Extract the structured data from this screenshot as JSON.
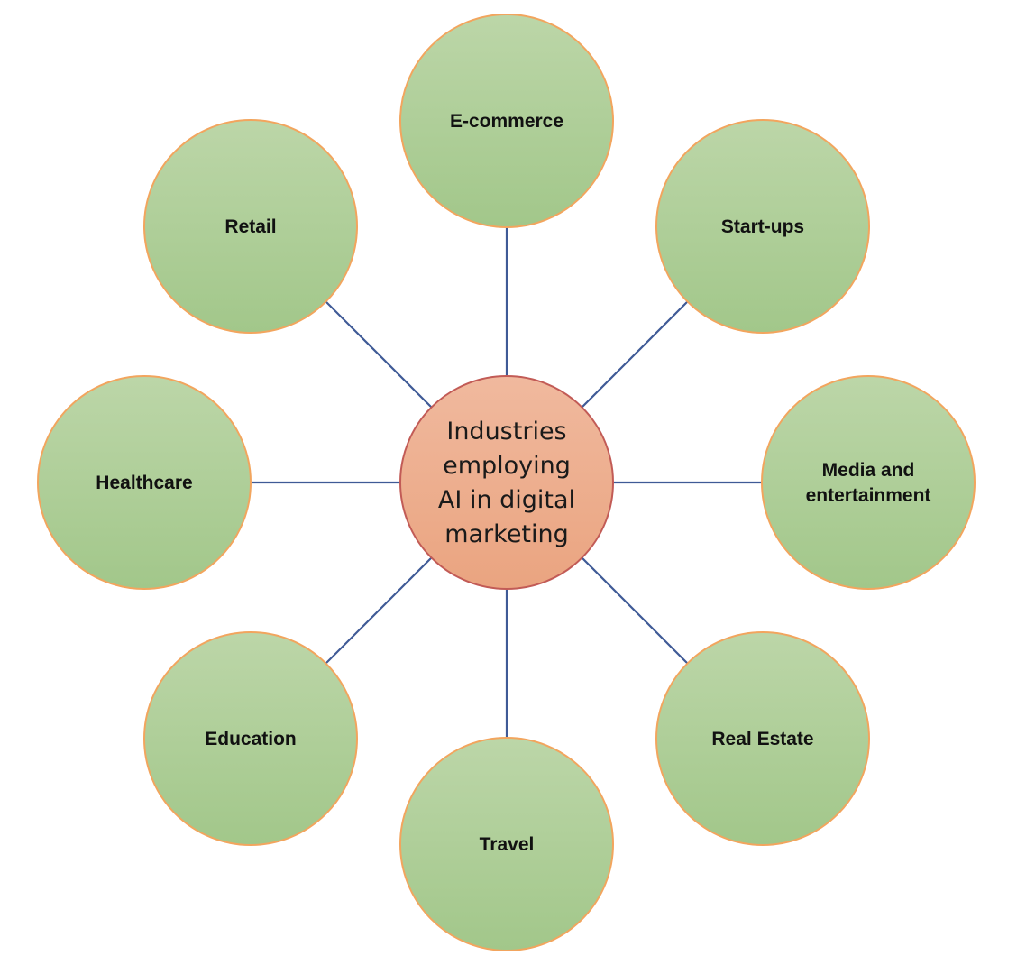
{
  "center": {
    "label_lines": [
      "Industries",
      "employing",
      "AI in digital",
      "marketing"
    ],
    "fill": "#eeaa88",
    "stroke": "#c25b56"
  },
  "nodes": [
    {
      "id": "ecommerce",
      "lines": [
        "E-commerce"
      ]
    },
    {
      "id": "startups",
      "lines": [
        "Start-ups"
      ]
    },
    {
      "id": "media",
      "lines": [
        "Media and",
        "entertainment"
      ]
    },
    {
      "id": "realestate",
      "lines": [
        "Real Estate"
      ]
    },
    {
      "id": "travel",
      "lines": [
        "Travel"
      ]
    },
    {
      "id": "education",
      "lines": [
        "Education"
      ]
    },
    {
      "id": "healthcare",
      "lines": [
        "Healthcare"
      ]
    },
    {
      "id": "retail",
      "lines": [
        "Retail"
      ]
    }
  ],
  "colors": {
    "node_fill_top": "#bcd6a8",
    "node_fill_bottom": "#a2c78a",
    "node_stroke": "#f2a55e",
    "connector": "#3f5a96"
  }
}
